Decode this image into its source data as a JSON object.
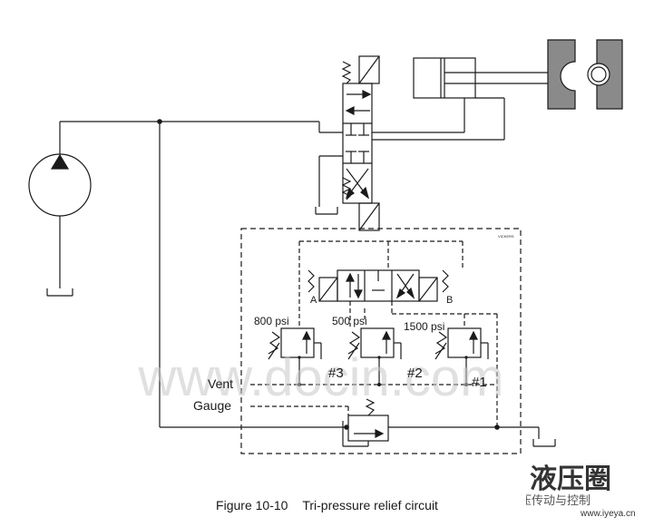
{
  "diagram": {
    "labels": {
      "p800": "800 psi",
      "p500": "500 psi",
      "p1500": "1500 psi",
      "n3": "#3",
      "n2": "#2",
      "n1": "#1",
      "vent": "Vent",
      "gauge": "Gauge",
      "port_a": "A",
      "port_b": "B",
      "brand": "VICKERS"
    },
    "line_color": "#1a1a1a",
    "watermark": "www.docin.com"
  },
  "caption": {
    "figure": "Figure 10-10",
    "title": "Tri-pressure relief circuit"
  },
  "logo": {
    "glyphs": "液压圈",
    "account": "液压传动与控制",
    "url": "www.iyeya.cn"
  }
}
